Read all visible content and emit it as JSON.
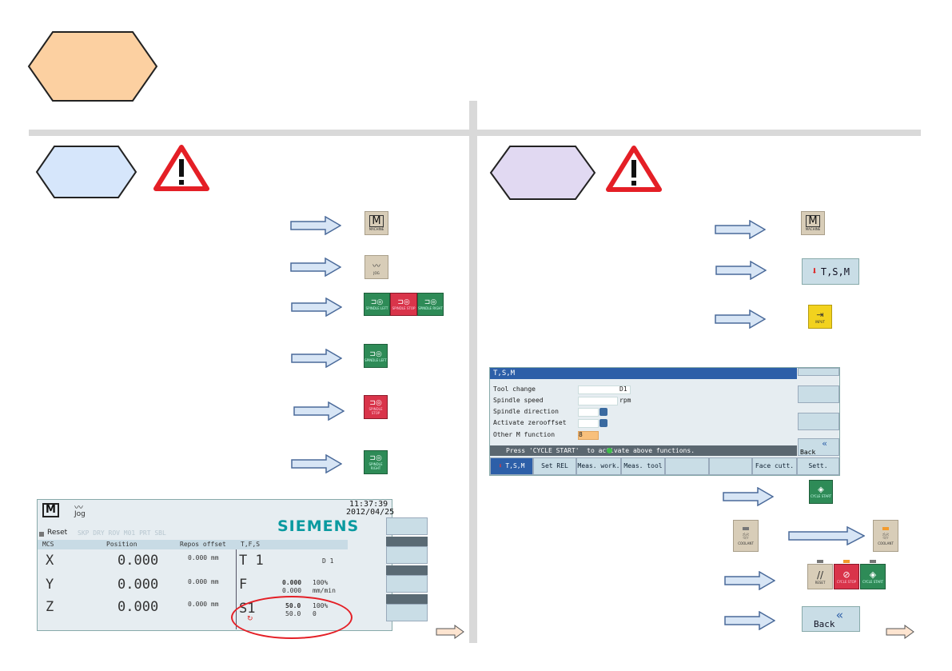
{
  "left_panel": {
    "siemens_screen": {
      "mode_icon": "M",
      "jog_label": "Jog",
      "time": "11:37:39",
      "date": "2012/04/25",
      "brand": "SIEMENS",
      "status": "Reset",
      "ghost_status": "SKP DRY ROV M01 PRT SBL",
      "headers": {
        "mcs": "MCS",
        "position": "Position",
        "repos": "Repos offset",
        "tfs": "T,F,S"
      },
      "axes": [
        {
          "name": "X",
          "value": "0.000",
          "repos": "0.000 mm"
        },
        {
          "name": "Y",
          "value": "0.000",
          "repos": "0.000 mm"
        },
        {
          "name": "Z",
          "value": "0.000",
          "repos": "0.000 mm"
        }
      ],
      "tool": "T 1",
      "tool_d": "D 1",
      "feed": "F",
      "feed_val1": "0.000",
      "feed_pct": "100%",
      "feed_val2": "0.000",
      "feed_unit": "mm/min",
      "spindle": "S1",
      "spindle_val1": "50.0",
      "spindle_pct": "100%",
      "spindle_val2": "50.0",
      "spindle_zero": "0"
    },
    "buttons": {
      "machine_label": "MACHINE",
      "machine_letter": "M",
      "jog_label": "JOG",
      "spindle_left": "SPINDLE LEFT",
      "spindle_stop": "SPINDLE STOP",
      "spindle_right": "SPINDLE RIGHT"
    }
  },
  "right_panel": {
    "buttons": {
      "machine_label": "MACHINE",
      "machine_letter": "M",
      "tsm_label": "T,S,M",
      "input_label": "INPUT",
      "cycle_start": "CYCLE START",
      "coolant": "COOLANT",
      "reset": "RESET",
      "cycle_stop": "CYCLE STOP",
      "back": "Back"
    },
    "tsm_screen": {
      "title": "T,S,M",
      "fields": [
        {
          "label": "Tool change",
          "value": "D1"
        },
        {
          "label": "Spindle speed",
          "value": "rpm"
        },
        {
          "label": "Spindle direction",
          "value": ""
        },
        {
          "label": "Activate zerooffset",
          "value": ""
        },
        {
          "label": "Other M function",
          "value": "8"
        }
      ],
      "hint": "Press 'CYCLE START'  to activate above functions.",
      "softkeys": [
        "T,S,M",
        "Set REL",
        "Meas. work.",
        "Meas. tool",
        "",
        "",
        "Face cutt.",
        "Sett."
      ],
      "back": "Back"
    }
  },
  "colors": {
    "hexagon_main": "#fcd0a1",
    "hexagon_left": "#d6e6fb",
    "hexagon_right": "#e1d9f2",
    "warning_red": "#e41f26"
  }
}
